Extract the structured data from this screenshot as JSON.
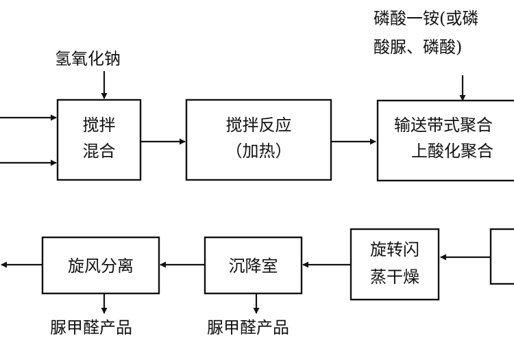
{
  "inputs": {
    "top_label": "氢氧化钠",
    "right_label_line1": "磷酸一铵(或磷",
    "right_label_line2": "酸脲、磷酸)"
  },
  "boxes": {
    "mix": {
      "line1": "搅拌",
      "line2": "混合"
    },
    "react": {
      "line1": "搅拌反应",
      "line2": "（加热）"
    },
    "conveyor": {
      "line1": "输送带式聚合",
      "line2": "上酸化聚合"
    },
    "flash": {
      "line1": "旋转闪",
      "line2": "蒸干燥"
    },
    "settle": {
      "line1": "沉降室"
    },
    "cyclone": {
      "line1": "旋风分离"
    }
  },
  "outputs": {
    "settle_product": "脲甲醛产品",
    "cyclone_product": "脲甲醛产品"
  },
  "colors": {
    "stroke": "#111111",
    "background": "#ffffff"
  }
}
